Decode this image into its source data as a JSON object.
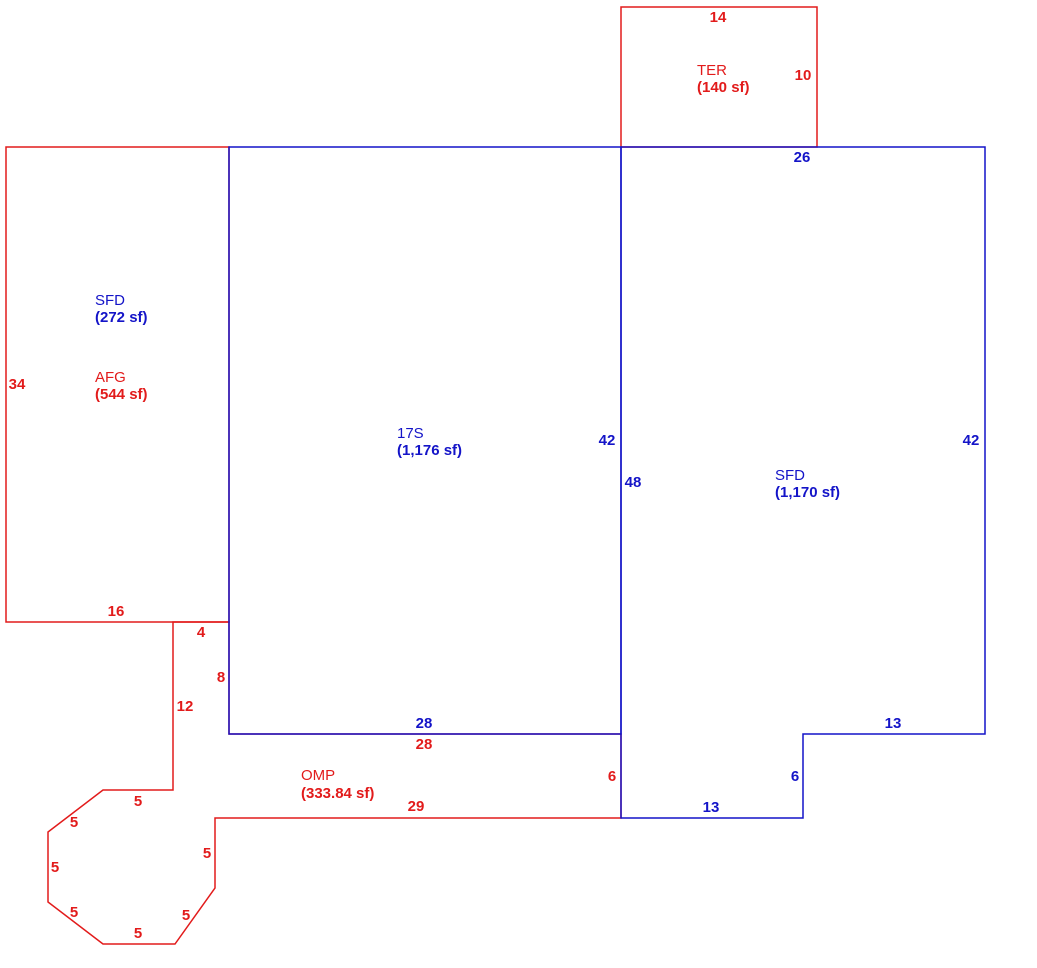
{
  "colors": {
    "red": "#e21b1b",
    "blue": "#1414c8"
  },
  "areas": {
    "ter": {
      "name": "TER",
      "size": "(140 sf)"
    },
    "sfd_left": {
      "name": "SFD",
      "size": "(272 sf)"
    },
    "afg": {
      "name": "AFG",
      "size": "(544 sf)"
    },
    "s17": {
      "name": "17S",
      "size": "(1,176 sf)"
    },
    "sfd_right": {
      "name": "SFD",
      "size": "(1,170 sf)"
    },
    "omp": {
      "name": "OMP",
      "size": "(333.84 sf)"
    }
  },
  "dimensions": {
    "ter_top": "14",
    "ter_right": "10",
    "sfd_top": "26",
    "afg_left": "34",
    "afg_bottom": "16",
    "s17_right": "42",
    "s17_bottom_blue": "28",
    "s17_bottom_red": "28",
    "sfd_left_48": "48",
    "sfd_right_42": "42",
    "sfd_bottom_right_13": "13",
    "sfd_step_6": "6",
    "sfd_bottom_13": "13",
    "omp_4": "4",
    "omp_8": "8",
    "omp_12": "12",
    "omp_6": "6",
    "omp_29": "29",
    "oct_top": "5",
    "oct_upper_left": "5",
    "oct_left": "5",
    "oct_lower_left": "5",
    "oct_bottom": "5",
    "oct_lower_right": "5",
    "oct_right": "5"
  }
}
